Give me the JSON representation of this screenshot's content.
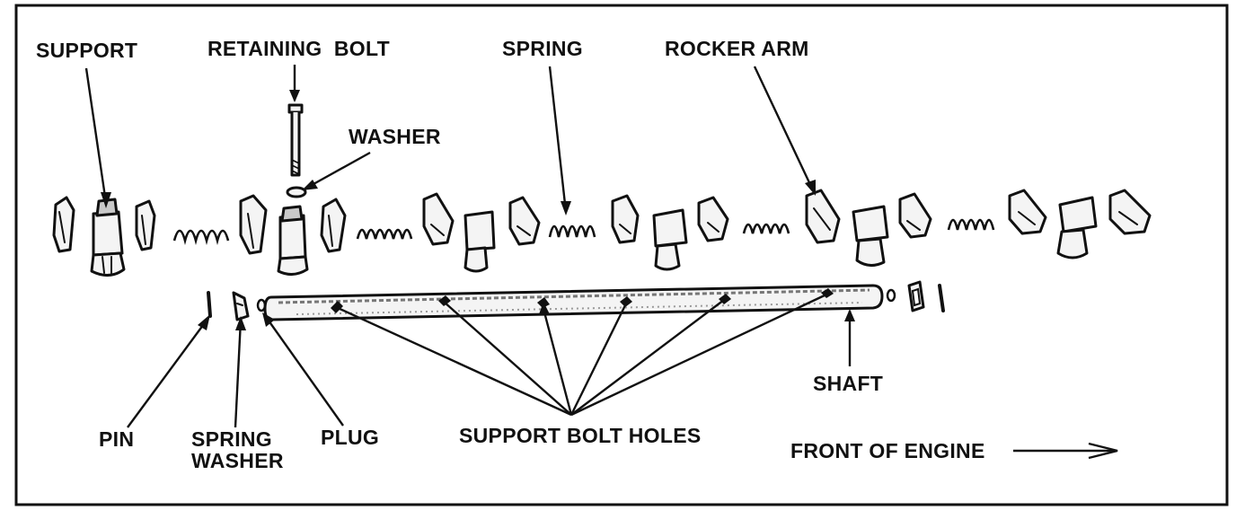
{
  "labels": {
    "support": "SUPPORT",
    "retaining_bolt": "RETAINING  BOLT",
    "washer": "WASHER",
    "spring": "SPRING",
    "rocker_arm": "ROCKER ARM",
    "shaft": "SHAFT",
    "pin": "PIN",
    "spring_washer_line1": "SPRING",
    "spring_washer_line2": "WASHER",
    "plug": "PLUG",
    "support_bolt_holes": "SUPPORT BOLT HOLES",
    "front_of_engine": "FRONT OF ENGINE"
  },
  "colors": {
    "ink": "#111111",
    "paper": "#ffffff",
    "part_fill": "#f4f4f4",
    "part_shade": "#c9c9c9"
  }
}
